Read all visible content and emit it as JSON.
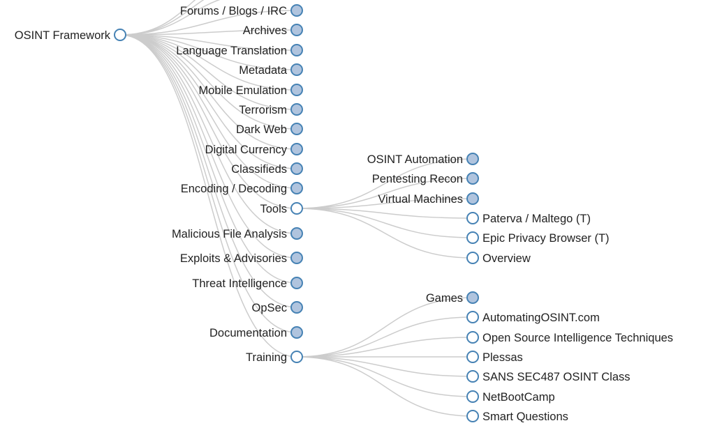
{
  "tree": {
    "root": {
      "label": "OSINT Framework",
      "state": "expanded"
    },
    "categories": [
      {
        "label": "Forums / Blogs / IRC",
        "state": "collapsed"
      },
      {
        "label": "Archives",
        "state": "collapsed"
      },
      {
        "label": "Language Translation",
        "state": "collapsed"
      },
      {
        "label": "Metadata",
        "state": "collapsed"
      },
      {
        "label": "Mobile Emulation",
        "state": "collapsed"
      },
      {
        "label": "Terrorism",
        "state": "collapsed"
      },
      {
        "label": "Dark Web",
        "state": "collapsed"
      },
      {
        "label": "Digital Currency",
        "state": "collapsed"
      },
      {
        "label": "Classifieds",
        "state": "collapsed"
      },
      {
        "label": "Encoding / Decoding",
        "state": "collapsed"
      },
      {
        "label": "Tools",
        "state": "expanded",
        "children": [
          {
            "label": "OSINT Automation",
            "state": "collapsed"
          },
          {
            "label": "Pentesting Recon",
            "state": "collapsed"
          },
          {
            "label": "Virtual Machines",
            "state": "collapsed"
          },
          {
            "label": "Paterva / Maltego (T)",
            "state": "leaf"
          },
          {
            "label": "Epic Privacy Browser (T)",
            "state": "leaf"
          },
          {
            "label": "Overview",
            "state": "leaf"
          }
        ]
      },
      {
        "label": "Malicious File Analysis",
        "state": "collapsed"
      },
      {
        "label": "Exploits & Advisories",
        "state": "collapsed"
      },
      {
        "label": "Threat Intelligence",
        "state": "collapsed"
      },
      {
        "label": "OpSec",
        "state": "collapsed"
      },
      {
        "label": "Documentation",
        "state": "collapsed"
      },
      {
        "label": "Training",
        "state": "expanded",
        "children": [
          {
            "label": "Games",
            "state": "collapsed"
          },
          {
            "label": "AutomatingOSINT.com",
            "state": "leaf"
          },
          {
            "label": "Open Source Intelligence Techniques",
            "state": "leaf"
          },
          {
            "label": "Plessas",
            "state": "leaf"
          },
          {
            "label": "SANS SEC487 OSINT Class",
            "state": "leaf"
          },
          {
            "label": "NetBootCamp",
            "state": "leaf"
          },
          {
            "label": "Smart Questions",
            "state": "leaf"
          }
        ]
      }
    ]
  },
  "colors": {
    "link": "#cccccc",
    "node_stroke": "#4682b4",
    "collapsed_fill": "#b0c4de",
    "expanded_fill": "#ffffff",
    "text": "#222222"
  }
}
